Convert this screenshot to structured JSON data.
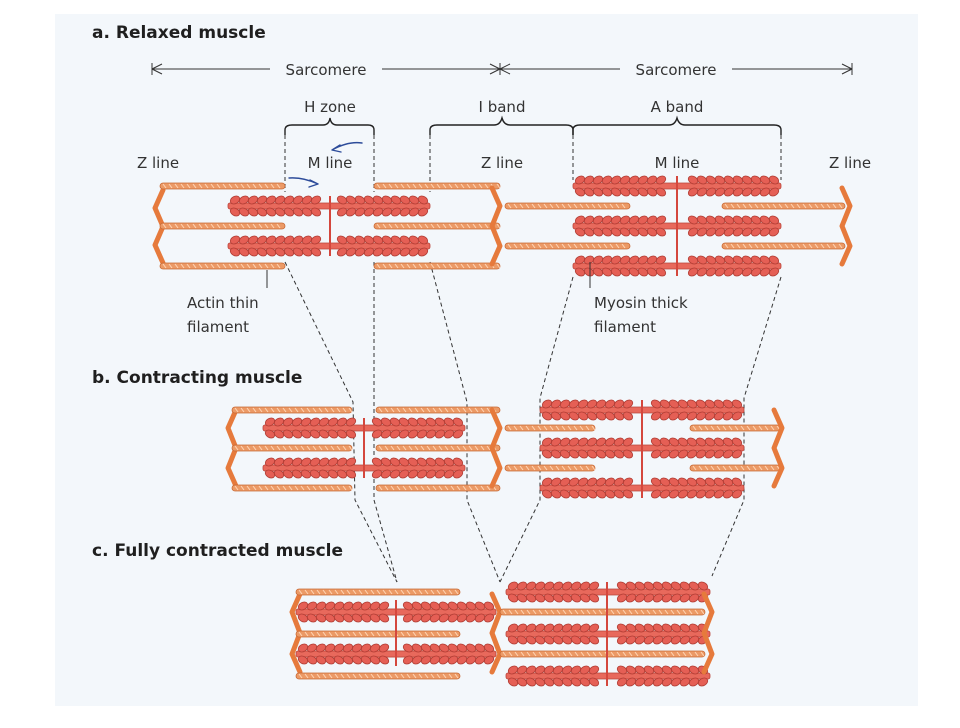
{
  "sections": {
    "relaxed_title": "a. Relaxed muscle",
    "contracting_title": "b. Contracting muscle",
    "fully_contracted_title": "c. Fully contracted muscle"
  },
  "labels": {
    "sarcomere_left": "Sarcomere",
    "sarcomere_right": "Sarcomere",
    "h_zone": "H zone",
    "i_band": "I band",
    "a_band": "A band",
    "z_line_left": "Z line",
    "m_line_left": "M line",
    "z_line_center": "Z line",
    "m_line_right": "M line",
    "z_line_right": "Z line",
    "actin_line1": "Actin thin",
    "actin_line2": "filament",
    "myosin_line1": "Myosin thick",
    "myosin_line2": "filament"
  },
  "colors": {
    "actin": "#ec9a66",
    "myosin": "#e8695c",
    "z_line": "#e67a3c",
    "annotation_pen": "#2d4c9a"
  }
}
